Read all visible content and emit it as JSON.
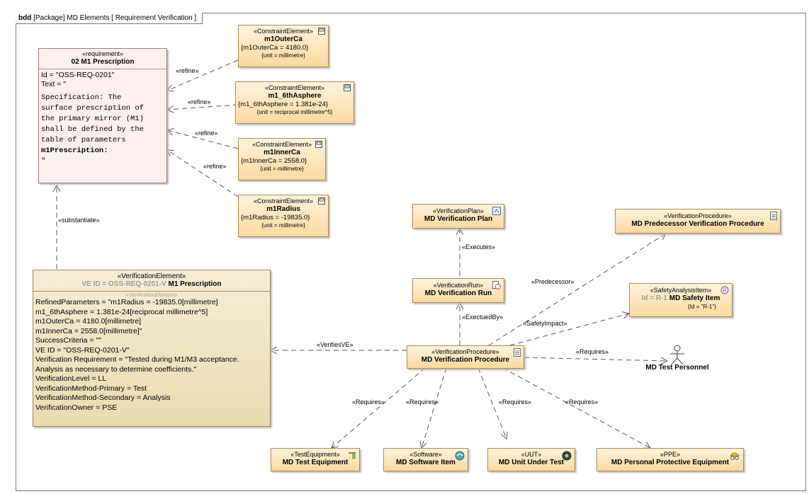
{
  "frame": {
    "kind": "bdd",
    "title": "[Package] MD Elements [ Requirement Verification ]"
  },
  "requirement": {
    "stereo": "«requirement»",
    "name": "02 M1 Prescription",
    "id": "Id = \"OSS-REQ-0201\"",
    "text": "Text = \"",
    "spec": [
      "Specification: The",
      "surface prescription of",
      "the primary mirror (M1)",
      "shall be defined by the",
      "table of parameters"
    ],
    "spec_bold": "m1Prescription:",
    "close": "\""
  },
  "constraints": [
    {
      "stereo": "«ConstraintElement»",
      "name": "m1OuterCa",
      "expr": "{m1OuterCa = 4180.0}",
      "unit": "{unit = millimetre}"
    },
    {
      "stereo": "«ConstraintElement»",
      "name": "m1_6thAsphere",
      "expr": "{m1_6thAsphere = 1.381e-24}",
      "unit": "{unit = reciprocal millimetre^5}"
    },
    {
      "stereo": "«ConstraintElement»",
      "name": "m1InnerCa",
      "expr": "{m1InnerCa = 2558.0}",
      "unit": "{unit = millimetre}"
    },
    {
      "stereo": "«ConstraintElement»",
      "name": "m1Radius",
      "expr": "{m1Radius = -19835.0}",
      "unit": "{unit = millimetre}"
    }
  ],
  "refine_label": "«refine»",
  "substantiate_label": "«substantiate»",
  "ve": {
    "stereo": "«VerificationElement»",
    "name_prefix": "VE ID = OSS-REQ-0201-V",
    "name": "M1 Prescription",
    "compartment": "«VerificationElement»",
    "props": [
      "RefinedParameters = \"m1Radius = -19835.0[millimetre]",
      "m1_6thAsphere = 1.381e-24[reciprocal millimetre^5]",
      "m1OuterCa = 4180.0[millimetre]",
      "m1InnerCa = 2558.0[millimetre]\"",
      "SuccessCriteria = \"\"",
      "VE ID = \"OSS-REQ-0201-V\"",
      "Verification Requirement = \"Tested during M1/M3 acceptance.",
      "Analysis as necessary to determine coefficients.\"",
      "VerificationLevel = LL",
      "VerificationMethod-Primary = Test",
      "VerificationMethod-Secondary = Analysis",
      "VerificationOwner = PSE"
    ]
  },
  "plan": {
    "stereo": "«VerificationPlan»",
    "name": "MD Verification Plan"
  },
  "run": {
    "stereo": "«VerificationRun»",
    "name": "MD Verification Run"
  },
  "proc": {
    "stereo": "«VerificationProcedure»",
    "name": "MD Verification Procedure"
  },
  "pred": {
    "stereo": "«VerificationProcedure»",
    "name": "MD Predecessor Verification Procedure"
  },
  "safety": {
    "stereo": "«SafetyAnalysisItem»",
    "id_prefix": "Id = R-1",
    "name": "MD Safety Item",
    "prop": "{Id = \"R-1\"}"
  },
  "personnel": {
    "name": "MD Test Personnel"
  },
  "equip": {
    "stereo": "«TestEquipment»",
    "name": "MD Test Equipment"
  },
  "software": {
    "stereo": "«Software»",
    "name": "MD Software Item"
  },
  "uut": {
    "stereo": "«UUT»",
    "name": "MD Unit Under Test"
  },
  "ppe": {
    "stereo": "«PPE»",
    "name": "MD Personal Protective Equipment"
  },
  "edges": {
    "executes": "«Executes»",
    "executed_by": "«ExectuedBy»",
    "predecessor": "«Predecessor»",
    "safety_impact": "«SafetyImpact»",
    "verifies_ve": "«VerifiesVE»",
    "requires": "«Requires»"
  },
  "colors": {
    "element_fill": "#fcd9a0",
    "requirement_fill": "#fdf0ef",
    "ve_fill": "#ece2bf",
    "line": "#555555"
  }
}
